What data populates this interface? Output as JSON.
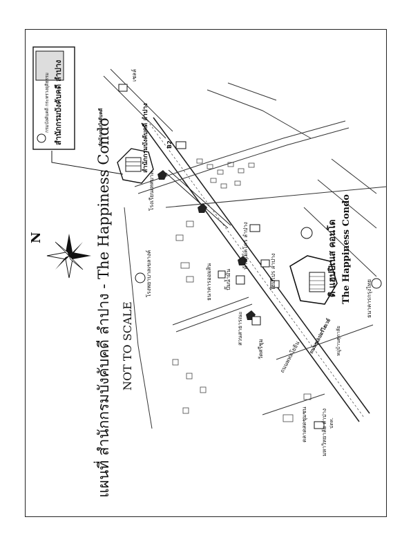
{
  "map": {
    "title": "แผนที่ สำนักกรมบังคับคดี ลำปาง - The Happiness Condo",
    "subtitle": "NOT TO SCALE",
    "compass_label": "N",
    "route_label": "B2",
    "legend": {
      "line1": "กรมบังคับคดี กระทรวงยุติธรรม",
      "line2": "สำนักกรมบังคับคดี ลำปาง"
    },
    "landmarks": {
      "office_name": "สำนักกรมบังคับคดี ลำปาง",
      "office_tag": "สำนักงานบังคับคดี",
      "condo_th": "ดิ แฮปปิเนส คอนโด",
      "condo_en": "The Happiness Condo",
      "hospital": "โรงพยาบาลเขลางค์",
      "school": "โรงเรียนเทศบาล",
      "market": "ห้างแม็คโคร ลำปาง",
      "bank": "ธนาคารออมสิน",
      "shop": "โฮมโปร ลำปาง",
      "station": "ปั๊มน้ำมัน",
      "temple": "วัดศรีชุม",
      "village": "หมู่บ้านศุภาลัย",
      "fresh_market": "ตลาดสดชุมชน",
      "gas": "ปตท.",
      "university": "มหาวิทยาลัย ลำปาง",
      "shell_th": "เชลล์",
      "thai_bank": "ธนาคารกรุงไทย",
      "road_label": "ถนนพหลโยธิน",
      "road_label_2": "ถนนซุปเปอร์ไฮเวย์",
      "park": "สวนสาธารณะ"
    }
  }
}
